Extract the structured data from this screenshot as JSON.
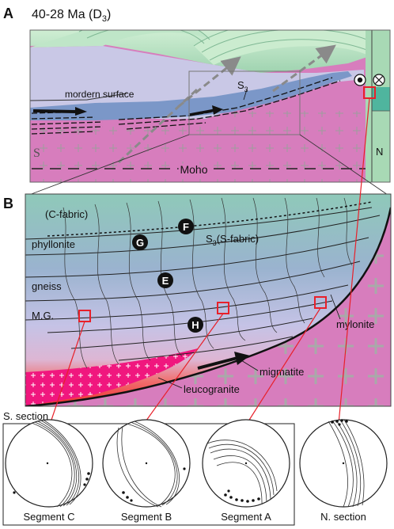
{
  "panel_a": {
    "letter": "A",
    "title": "40-28 Ma (D",
    "title_sub": "3",
    "title_close": ")",
    "surface_label": "mordern surface",
    "fabric_label": "S",
    "fabric_sub": "3",
    "s_label": "S",
    "n_label": "N",
    "moho_label": "Moho"
  },
  "panel_b": {
    "letter": "B",
    "c_fabric": "(C-fabric)",
    "phyllonite": "phyllonite",
    "s_fabric": "S",
    "s_fabric_sub": "3",
    "s_fabric_tail": "(S-fabric)",
    "gneiss": "gneiss",
    "mg": "M.G.",
    "mylonite": "mylonite",
    "migmatite": "migmatite",
    "leucogranite": "leucogranite",
    "markers": [
      "F",
      "G",
      "E",
      "H"
    ]
  },
  "section_label": "S. section",
  "stereonets": [
    "Segment C",
    "Segment B",
    "Segment A",
    "N. section"
  ],
  "colors": {
    "pink": "#d77dbd",
    "blue": "#7b97c8",
    "lavender": "#c9c8e6",
    "green": "#a8d9b5",
    "teal": "#4fb59e",
    "red_marker": "#e8202a",
    "leucogranite": "#f0177e"
  }
}
